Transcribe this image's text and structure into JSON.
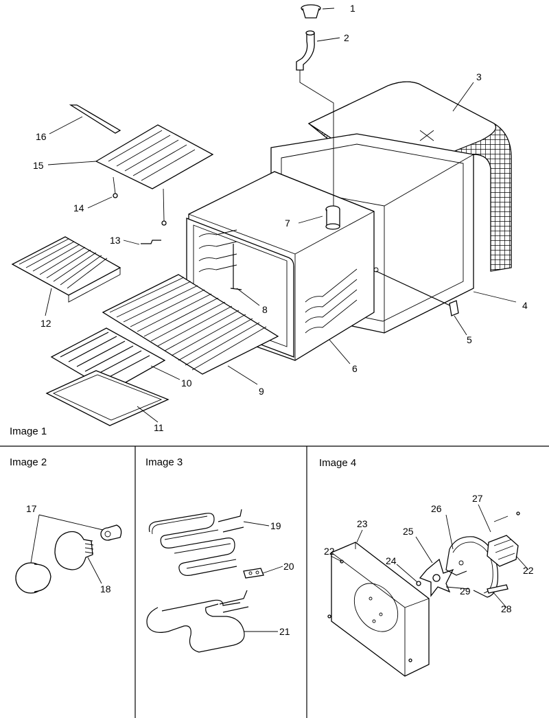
{
  "panels": [
    {
      "id": "image1",
      "title": "Image 1"
    },
    {
      "id": "image2",
      "title": "Image 2"
    },
    {
      "id": "image3",
      "title": "Image 3"
    },
    {
      "id": "image4",
      "title": "Image 4"
    }
  ],
  "callouts": [
    "1",
    "2",
    "3",
    "4",
    "5",
    "6",
    "7",
    "8",
    "9",
    "10",
    "11",
    "12",
    "13",
    "14",
    "15",
    "16",
    "17",
    "18",
    "19",
    "20",
    "21",
    "22",
    "22",
    "23",
    "24",
    "25",
    "26",
    "27",
    "28",
    "29"
  ],
  "colors": {
    "ink": "#000000",
    "paper": "#ffffff"
  }
}
